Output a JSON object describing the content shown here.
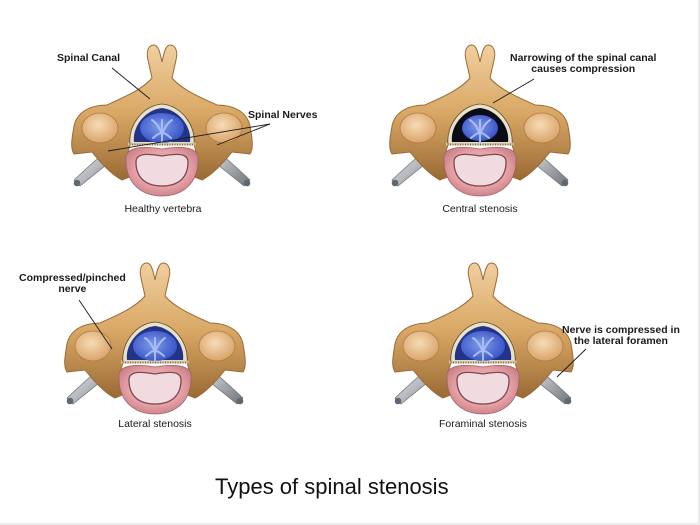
{
  "title": "Types of spinal stenosis",
  "panels": [
    {
      "id": "healthy",
      "caption": "Healthy vertebra",
      "condition": "healthy",
      "callouts": [
        {
          "text_lines": [
            "Spinal Canal"
          ]
        },
        {
          "text_lines": [
            "Spinal Nerves"
          ]
        }
      ]
    },
    {
      "id": "central",
      "caption": "Central stenosis",
      "condition": "central-narrowing",
      "callouts": [
        {
          "text_lines": [
            "Narrowing of the spinal canal",
            "causes compression"
          ]
        }
      ]
    },
    {
      "id": "lateral",
      "caption": "Lateral stenosis",
      "condition": "lateral-nerve-compression",
      "callouts": [
        {
          "text_lines": [
            "Compressed/pinched",
            "nerve"
          ]
        }
      ]
    },
    {
      "id": "foraminal",
      "caption": "Foraminal stenosis",
      "condition": "foraminal-compression",
      "callouts": [
        {
          "text_lines": [
            "Nerve is compressed in",
            "the lateral foramen"
          ]
        }
      ]
    }
  ],
  "colors": {
    "bone": "#d9a865",
    "bone_dark": "#9a6a35",
    "bone_light": "#f0cfa0",
    "cord": "#3550c8",
    "cord_light": "#7f9be8",
    "disc_ring": "#e8a3a8",
    "disc_core": "#f1dbe0",
    "nerve": "#b8bcc0",
    "leader": "#1a1a1a"
  }
}
